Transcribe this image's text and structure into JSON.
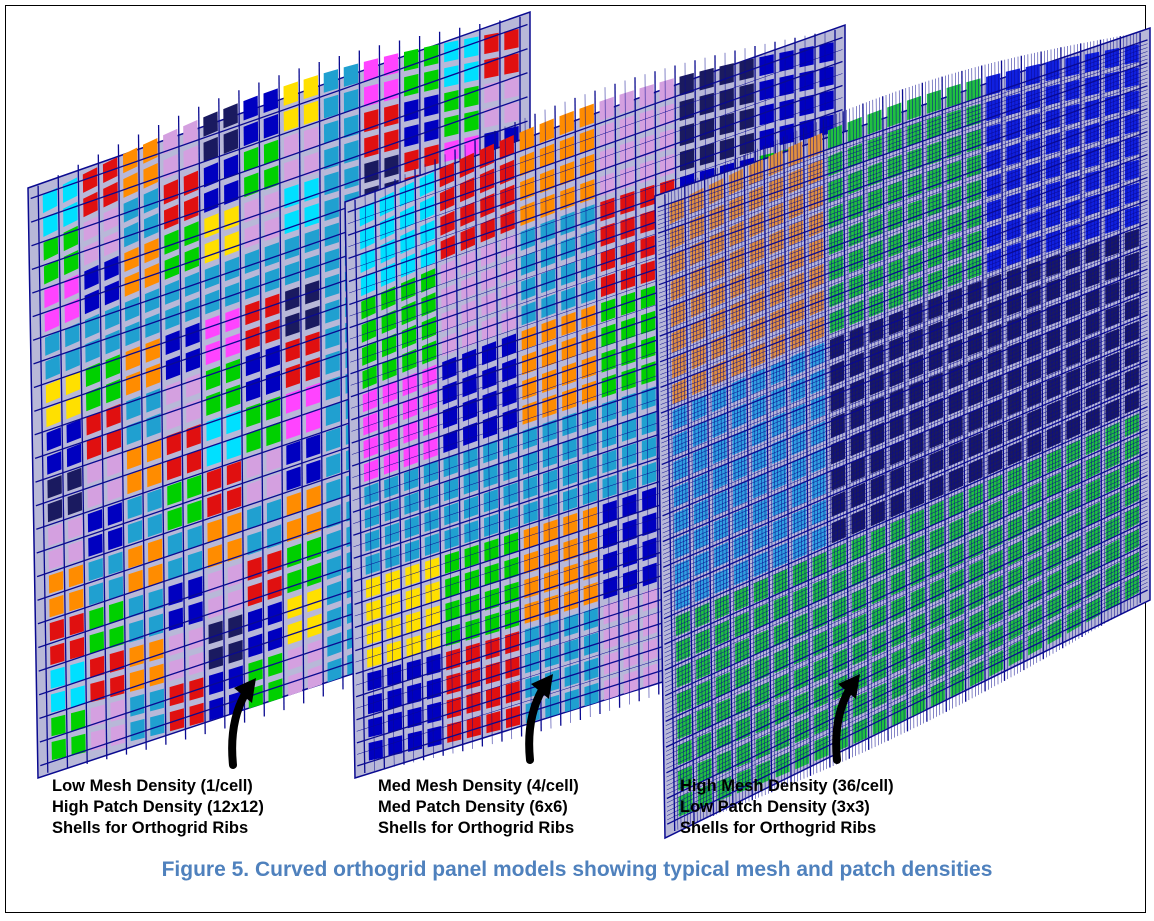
{
  "panels": [
    {
      "id": "low-mesh",
      "captions": [
        "Low Mesh Density (1/cell)",
        "High Patch Density (12x12)",
        "Shells for Orthogrid Ribs"
      ],
      "patch_grid": 12,
      "mesh_per_cell": 1,
      "colors": [
        "#00e0ff",
        "#d4a0e0",
        "#ffe000",
        "#00d000",
        "#ff8c00",
        "#0000c0",
        "#ff44ff",
        "#e01010",
        "#1a1a60",
        "#20a0d0"
      ]
    },
    {
      "id": "med-mesh",
      "captions": [
        "Med Mesh Density (4/cell)",
        "Med Patch Density (6x6)",
        "Shells for Orthogrid Ribs"
      ],
      "patch_grid": 6,
      "mesh_per_cell": 4,
      "colors": [
        "#00e0ff",
        "#d4a0e0",
        "#ffe000",
        "#00d000",
        "#ff8c00",
        "#0000c0",
        "#ff44ff",
        "#e01010",
        "#1a1a60",
        "#20a0d0"
      ]
    },
    {
      "id": "high-mesh",
      "captions": [
        "High Mesh Density (36/cell)",
        "Low Patch Density (3x3)",
        "Shells for Orthogrid Ribs"
      ],
      "patch_grid": 3,
      "mesh_per_cell": 36,
      "colors": [
        "#e09040",
        "#1a1a60",
        "#1a1a60",
        "#30a0e0",
        "#e050e0",
        "#1020e0",
        "#20c040",
        "#20c040",
        "#e02020"
      ]
    }
  ],
  "figure_caption": "Figure 5. Curved orthogrid panel models showing typical mesh and patch densities",
  "colors": {
    "caption": "#4f81bd",
    "mesh_line": "#0a0a90",
    "rib": "#b8b8d8"
  }
}
